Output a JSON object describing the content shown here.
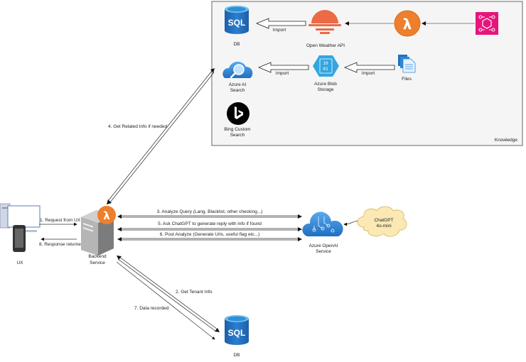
{
  "knowledge_group": {
    "title": "Knowledge",
    "nodes": {
      "db": {
        "label": "DB",
        "icon": "sql-database-icon",
        "icon_text": "SQL"
      },
      "weather": {
        "label": "Open Weather API",
        "icon": "weather-sunset-icon"
      },
      "lambda": {
        "label": "",
        "icon": "aws-lambda-icon",
        "icon_text": "λ"
      },
      "eventbridge": {
        "label": "",
        "icon": "aws-eventbridge-icon"
      },
      "ai_search": {
        "label_line1": "Azure AI",
        "label_line2": "Search",
        "icon": "azure-ai-search-icon"
      },
      "blob": {
        "label_line1": "Azure Blob",
        "label_line2": "Storage",
        "icon": "azure-blob-storage-icon",
        "icon_text_1": "10",
        "icon_text_2": "01"
      },
      "files": {
        "label": "Files",
        "icon": "files-icon"
      },
      "bing": {
        "label_line1": "Bing Custom",
        "label_line2": "Search",
        "icon": "bing-icon"
      }
    },
    "edges": {
      "weather_to_db": "Import",
      "blob_to_search": "Import",
      "files_to_blob": "Import"
    }
  },
  "nodes": {
    "ux": {
      "label": "UX",
      "icon": "desktop-mobile-icon"
    },
    "backend": {
      "label_line1": "Backend",
      "label_line2": "Service",
      "icon": "server-lambda-icon",
      "icon_text": "λ"
    },
    "openai": {
      "label_line1": "Azure OpenAI",
      "label_line2": "Service",
      "icon": "azure-openai-icon"
    },
    "chatgpt": {
      "label_line1": "ChatGPT",
      "label_line2": "4o-mini",
      "icon": "cloud-shape"
    },
    "tenant_db": {
      "label": "DB",
      "icon": "sql-database-icon",
      "icon_text": "SQL"
    }
  },
  "flows": {
    "step1": "1. Request from UX",
    "step2": "2. Get Tenant Info",
    "step3": "3. Analyze Query (Lang, Blacklist, other checking...)",
    "step4": "4. Get Related Info if needed",
    "step5": "5. Ask ChatGPT to generate reply with info if found",
    "step6": "6. Post Analyze (Generate Urls, useful flag etc...)",
    "step7": "7. Data recorded",
    "step8": "8. Response returned"
  },
  "colors": {
    "sql_blue": "#1f6fc1",
    "sql_top": "#5ab4e8",
    "weather_orange": "#ec6a45",
    "lambda_orange": "#ee7f2d",
    "eventbridge_pink": "#e7157b",
    "azure_blue": "#2f87d8",
    "chatgpt_fill": "#fbe8b5",
    "chatgpt_stroke": "#d6b656",
    "group_bg": "#f5f5f5",
    "group_border": "#666666"
  }
}
